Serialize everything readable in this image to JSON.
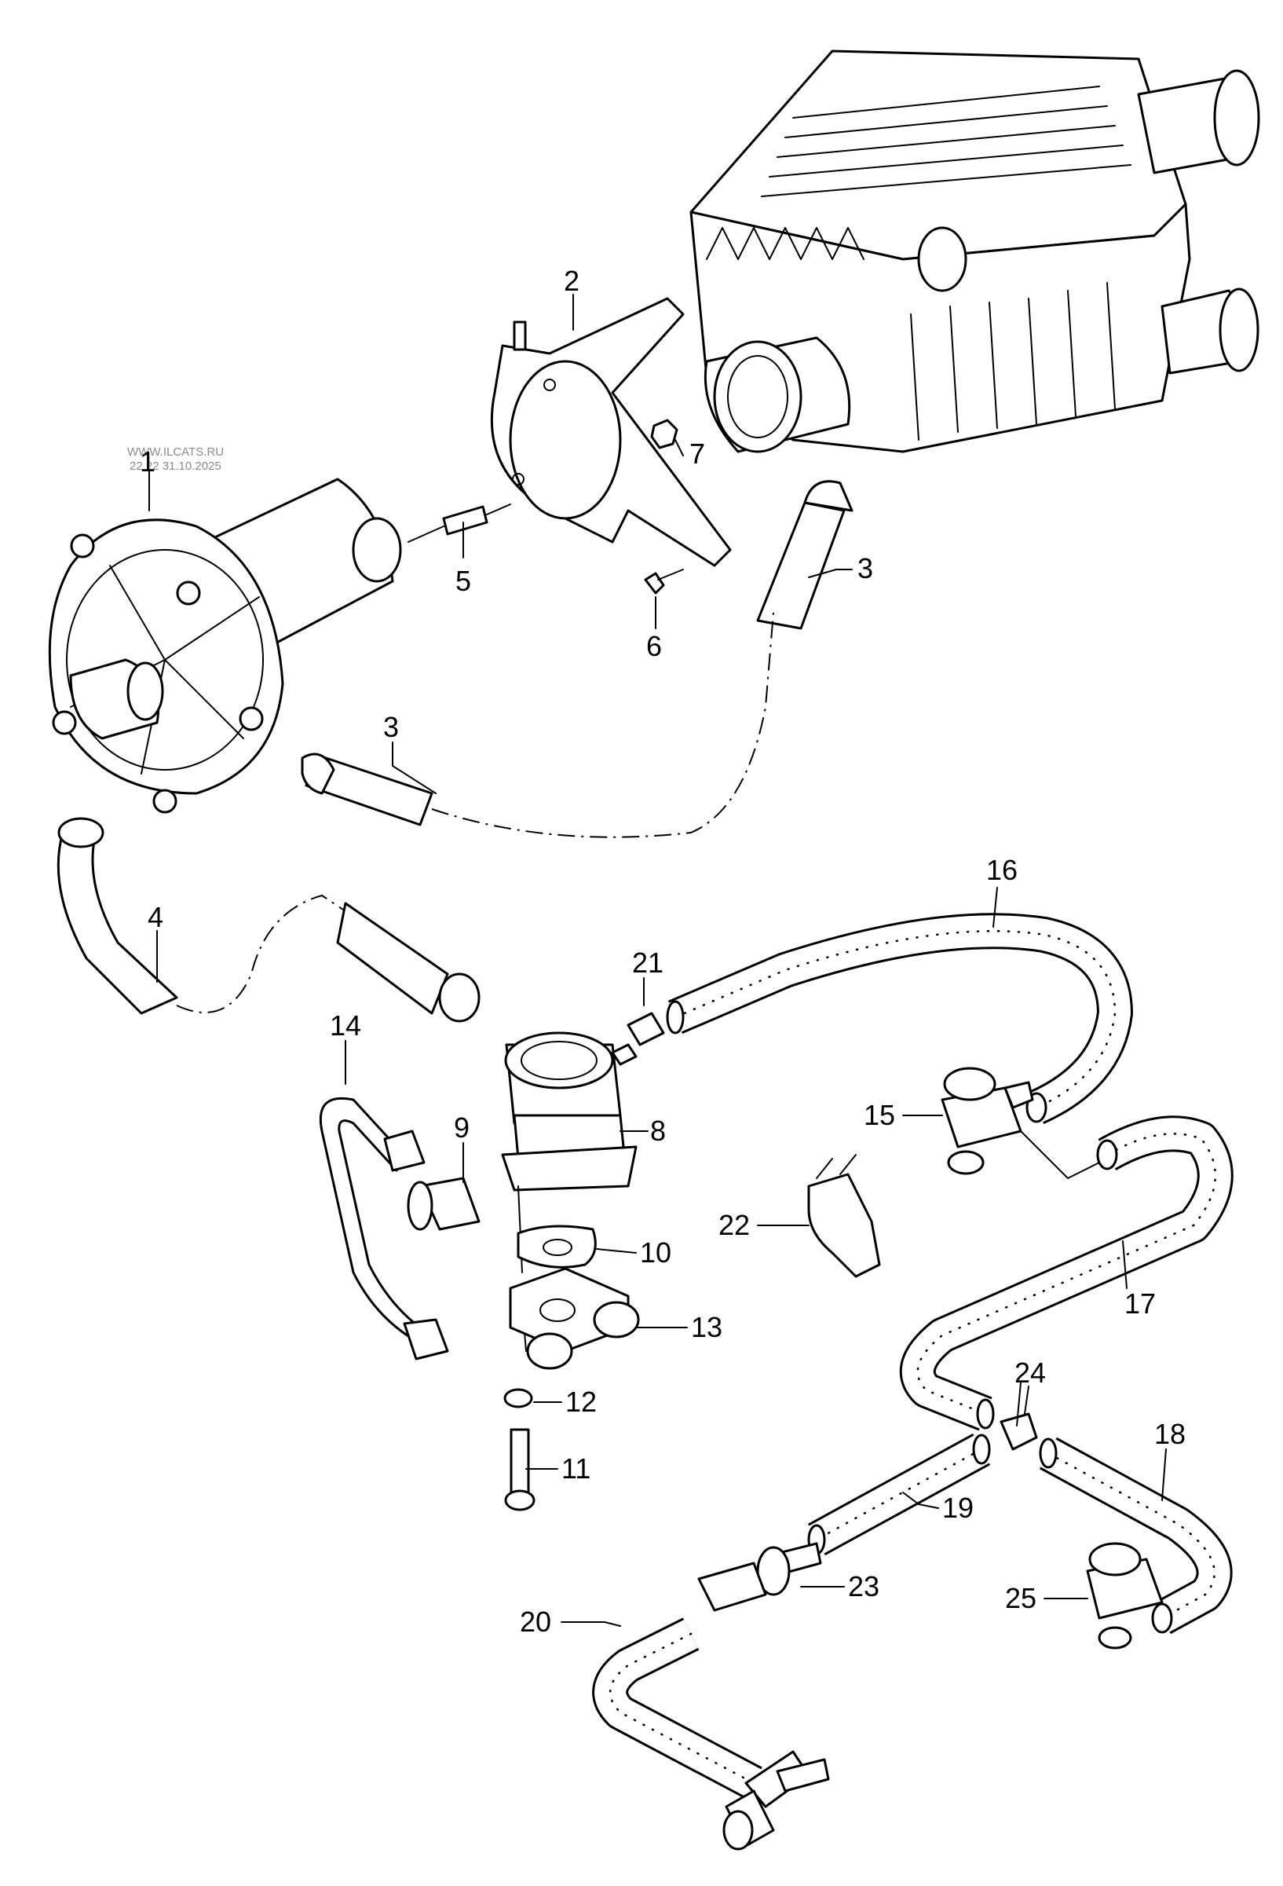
{
  "watermark": {
    "line1": "WWW.ILCATS.RU",
    "line2": "22 22 31.10.2025"
  },
  "callouts": {
    "c1": "1",
    "c2": "2",
    "c3a": "3",
    "c3b": "3",
    "c4": "4",
    "c5": "5",
    "c6": "6",
    "c7": "7",
    "c8": "8",
    "c9": "9",
    "c10": "10",
    "c11": "11",
    "c12": "12",
    "c13": "13",
    "c14": "14",
    "c15": "15",
    "c16": "16",
    "c17": "17",
    "c18": "18",
    "c19": "19",
    "c20": "20",
    "c21": "21",
    "c22": "22",
    "c23": "23",
    "c24": "24",
    "c25": "25"
  }
}
